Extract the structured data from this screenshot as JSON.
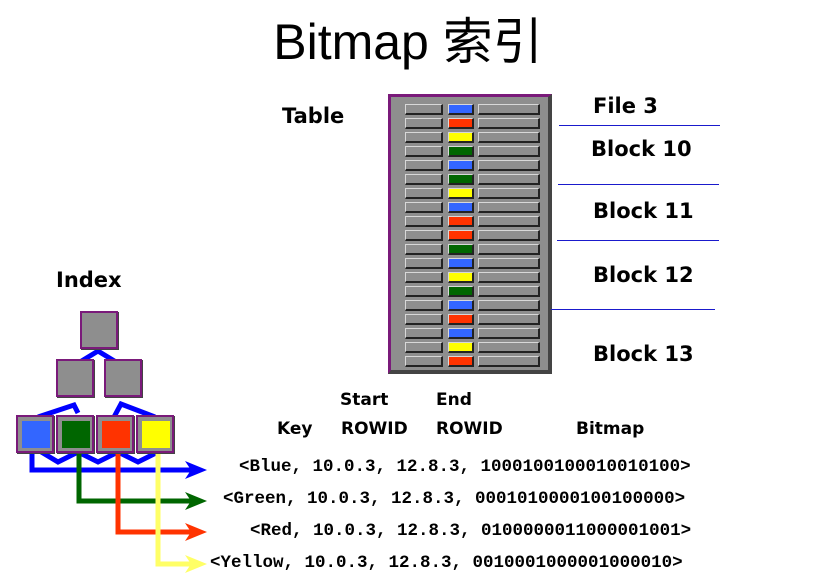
{
  "title": "Bitmap 索引",
  "table_label": "Table",
  "index_label": "Index",
  "colors": {
    "blue": "#3366ff",
    "red": "#ff3300",
    "yellow": "#ffff00",
    "green": "#006600",
    "gray": "#8e8e8e",
    "frame": "#7a1a7a",
    "tree_line": "#0000ff",
    "divider": "#1a1acc"
  },
  "table_rows": [
    "blue",
    "red",
    "yellow",
    "green",
    "blue",
    "green",
    "yellow",
    "blue",
    "red",
    "red",
    "green",
    "blue",
    "yellow",
    "green",
    "blue",
    "red",
    "blue",
    "yellow",
    "red"
  ],
  "block_labels": [
    "File 3",
    "Block 10",
    "Block 11",
    "Block 12",
    "Block 13"
  ],
  "headers": {
    "key": "Key",
    "start_top": "Start",
    "start_bottom": "ROWID",
    "end_top": "End",
    "end_bottom": "ROWID",
    "bitmap": "Bitmap"
  },
  "entries": [
    {
      "key": "Blue",
      "color": "blue",
      "text": "<Blue, 10.0.3, 12.8.3, 1000100100010010100>"
    },
    {
      "key": "Green",
      "color": "green",
      "text": "<Green, 10.0.3, 12.8.3, 0001010000100100000>"
    },
    {
      "key": "Red",
      "color": "red",
      "text": "<Red, 10.0.3, 12.8.3, 0100000011000001001>"
    },
    {
      "key": "Yellow",
      "color": "yellow",
      "text": "<Yellow, 10.0.3, 12.8.3, 0010001000001000010>"
    }
  ]
}
